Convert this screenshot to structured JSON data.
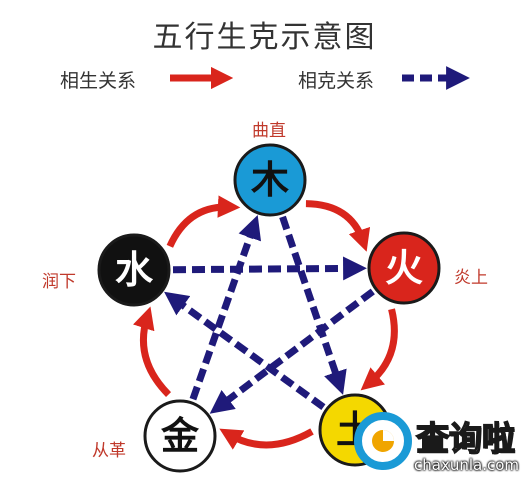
{
  "title": "五行生克示意图",
  "legend": {
    "generating_label": "相生关系",
    "overcoming_label": "相克关系"
  },
  "colors": {
    "generating": "#d9251c",
    "overcoming": "#1f1a7a",
    "wood": "#1a9ad6",
    "fire": "#d9251c",
    "earth": "#f4d800",
    "metal": "#ffffff",
    "water": "#111111"
  },
  "elements": [
    {
      "id": "wood",
      "char": "木",
      "label": "曲直"
    },
    {
      "id": "fire",
      "char": "火",
      "label": "炎上"
    },
    {
      "id": "earth",
      "char": "土",
      "label": ""
    },
    {
      "id": "metal",
      "char": "金",
      "label": "从革"
    },
    {
      "id": "water",
      "char": "水",
      "label": "润下"
    }
  ],
  "relations": {
    "generating": [
      [
        "wood",
        "fire"
      ],
      [
        "fire",
        "earth"
      ],
      [
        "earth",
        "metal"
      ],
      [
        "metal",
        "water"
      ],
      [
        "water",
        "wood"
      ]
    ],
    "overcoming": [
      [
        "wood",
        "earth"
      ],
      [
        "earth",
        "water"
      ],
      [
        "water",
        "fire"
      ],
      [
        "fire",
        "metal"
      ],
      [
        "metal",
        "wood"
      ]
    ]
  },
  "watermark": {
    "brand": "查询啦",
    "url": "chaxunla.com"
  }
}
